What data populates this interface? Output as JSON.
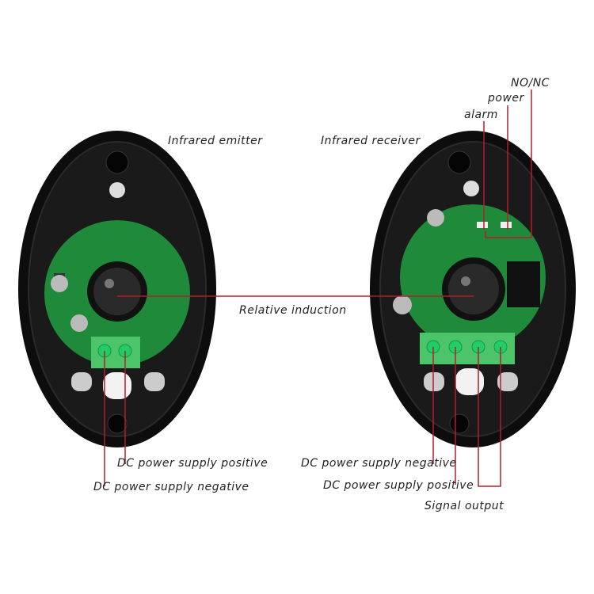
{
  "labels": {
    "emitter": "Infrared emitter",
    "receiver": "Infrared receiver",
    "relative_induction": "Relative induction",
    "no_nc": "NO/NC",
    "power": "power",
    "alarm": "alarm",
    "left_positive": "DC power supply positive",
    "left_negative": "DC power supply negative",
    "right_negative": "DC power supply negative",
    "right_positive": "DC power supply positive",
    "signal_output": "Signal output"
  },
  "colors": {
    "annotation_line": "#b0202a",
    "housing": "#111111",
    "pcb": "#1f8a3a",
    "terminal_block": "#4cc46a"
  }
}
